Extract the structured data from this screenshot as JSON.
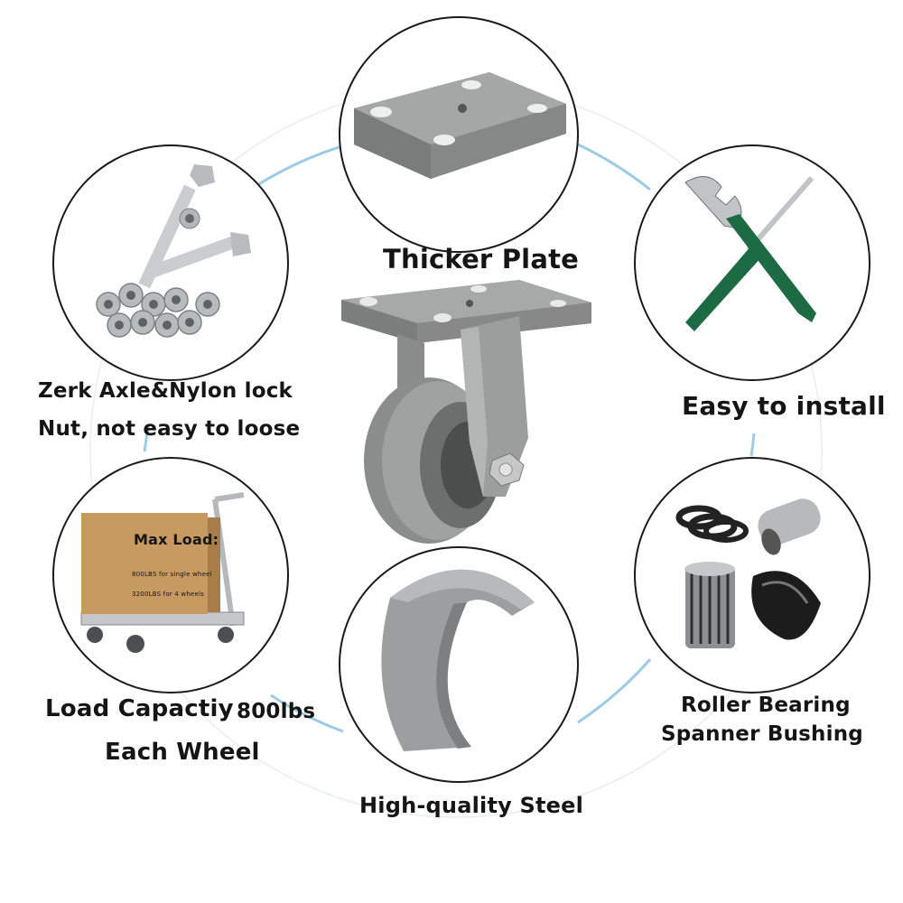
{
  "features": {
    "plate": {
      "label": "Thicker Plate"
    },
    "axle": {
      "line1": "Zerk Axle&Nylon lock",
      "line2": "Nut, not easy to loose"
    },
    "install": {
      "label": "Easy to install"
    },
    "load": {
      "line1": "Load Capactiy",
      "line1_value": "800lbs",
      "line2": "Each Wheel",
      "box_title": "Max Load:",
      "box_line1": "800LBS  for single wheel",
      "box_line2": "3200LBS  for 4 wheels"
    },
    "steel": {
      "label": "High-quality Steel"
    },
    "bearing": {
      "line1": "Roller Bearing",
      "line2": "Spanner Bushing"
    }
  },
  "colors": {
    "ring": "#9ccbe8",
    "outline": "#1a1a1a",
    "metal": "#9a9a9a",
    "wrench_green": "#1d6b45",
    "box": "#c79a62"
  },
  "icons": [
    "mounting-plate-icon",
    "bolts-and-nuts-icon",
    "wrench-and-screwdriver-icon",
    "cart-with-box-icon",
    "steel-wheel-section-icon",
    "roller-bearing-and-bushing-icon",
    "caster-wheel-icon"
  ]
}
